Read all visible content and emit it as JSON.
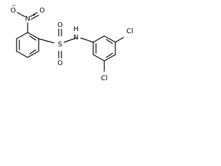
{
  "molecule": {
    "atoms": {
      "nitro_oxide": "O",
      "nitro_oxide_charge": "−",
      "nitro_n": "N",
      "nitro_n_charge": "+",
      "nitro_o": "O",
      "sulfur": "S",
      "sulfonyl_o_top": "O",
      "sulfonyl_o_bottom": "O",
      "amide_n": "N",
      "amide_h": "H",
      "chlorine_top": "Cl",
      "chlorine_bottom": "Cl"
    }
  }
}
